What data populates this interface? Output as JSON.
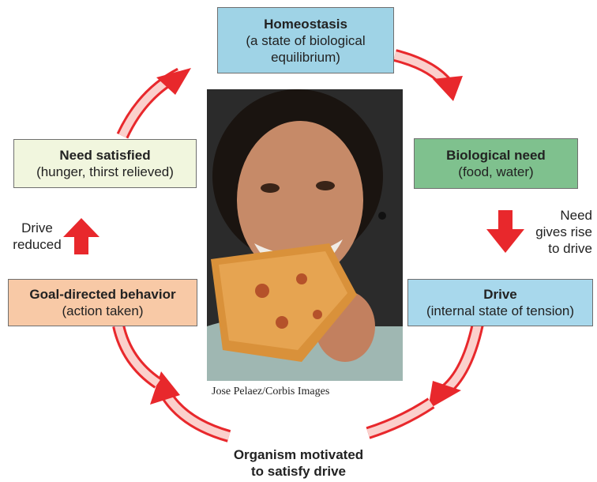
{
  "boxes": {
    "homeostasis": {
      "title": "Homeostasis",
      "desc": "(a state of biological equilibrium)",
      "color": "#9fd3e6"
    },
    "biological_need": {
      "title": "Biological need",
      "desc": "(food, water)",
      "color": "#7fc18e"
    },
    "drive": {
      "title": "Drive",
      "desc": "(internal state of tension)",
      "color": "#a8d8ec"
    },
    "goal_directed": {
      "title": "Goal-directed behavior",
      "desc": "(action taken)",
      "color": "#f8c9a6"
    },
    "need_satisfied": {
      "title": "Need satisfied",
      "desc": "(hunger, thirst relieved)",
      "color": "#f1f6de"
    }
  },
  "bottom_label": {
    "line1": "Organism motivated",
    "line2": "to satisfy drive"
  },
  "notes": {
    "need_gives_rise": {
      "line1": "Need",
      "line2": "gives rise",
      "line3": "to drive"
    },
    "drive_reduced": {
      "line1": "Drive",
      "line2": "reduced"
    }
  },
  "photo": {
    "credit": "Jose Pelaez/Corbis Images"
  },
  "colors": {
    "arrow": "#e8282c",
    "arrow_light": "#f9b7b3"
  }
}
